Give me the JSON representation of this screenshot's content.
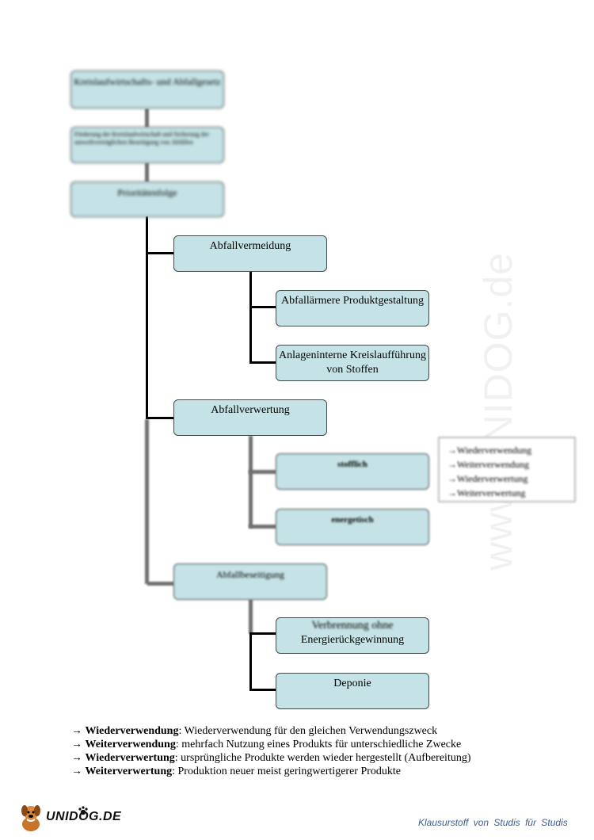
{
  "diagram": {
    "top1": "Kreislaufwirtschafts- und Abfallgesetz",
    "top2": "Förderung der Kreislaufwirtschaft und Sicherung der umweltverträglichen Beseitigung von Abfällen",
    "top3": "Prioritätenfolge",
    "vermeidung": "Abfallvermeidung",
    "vermeidung_1": "Abfallärmere Produktgestaltung",
    "vermeidung_2": "Anlageninterne Kreislaufführung von Stoffen",
    "verwertung": "Abfallverwertung",
    "verwertung_1": "stofflich",
    "verwertung_2": "energetisch",
    "beseitigung": "Abfallbeseitigung",
    "beseitigung_1a": "Verbrennung ohne",
    "beseitigung_1b": "Energierückgewinnung",
    "beseitigung_2": "Deponie",
    "aux_items": [
      "Wiederverwendung",
      "Weiterverwendung",
      "Wiederverwertung",
      "Weiterverwertung"
    ]
  },
  "legend": [
    {
      "term": "Wiederverwendung",
      "desc": ": Wiederverwendung für den gleichen Verwendungszweck"
    },
    {
      "term": "Weiterverwendung",
      "desc": ": mehrfach Nutzung eines Produkts für unterschiedliche Zwecke"
    },
    {
      "term": "Wiederverwertung",
      "desc": ": ursprüngliche Produkte werden wieder hergestellt (Aufbereitung)"
    },
    {
      "term": "Weiterverwertung",
      "desc": ": Produktion neuer meist geringwertigerer Produkte"
    }
  ],
  "arrow_glyph": "→",
  "logo_text": "UNIDOG.DE",
  "watermark": "www.UNIDOG.de",
  "footer": "Klausurstoff von Studis für Studis"
}
